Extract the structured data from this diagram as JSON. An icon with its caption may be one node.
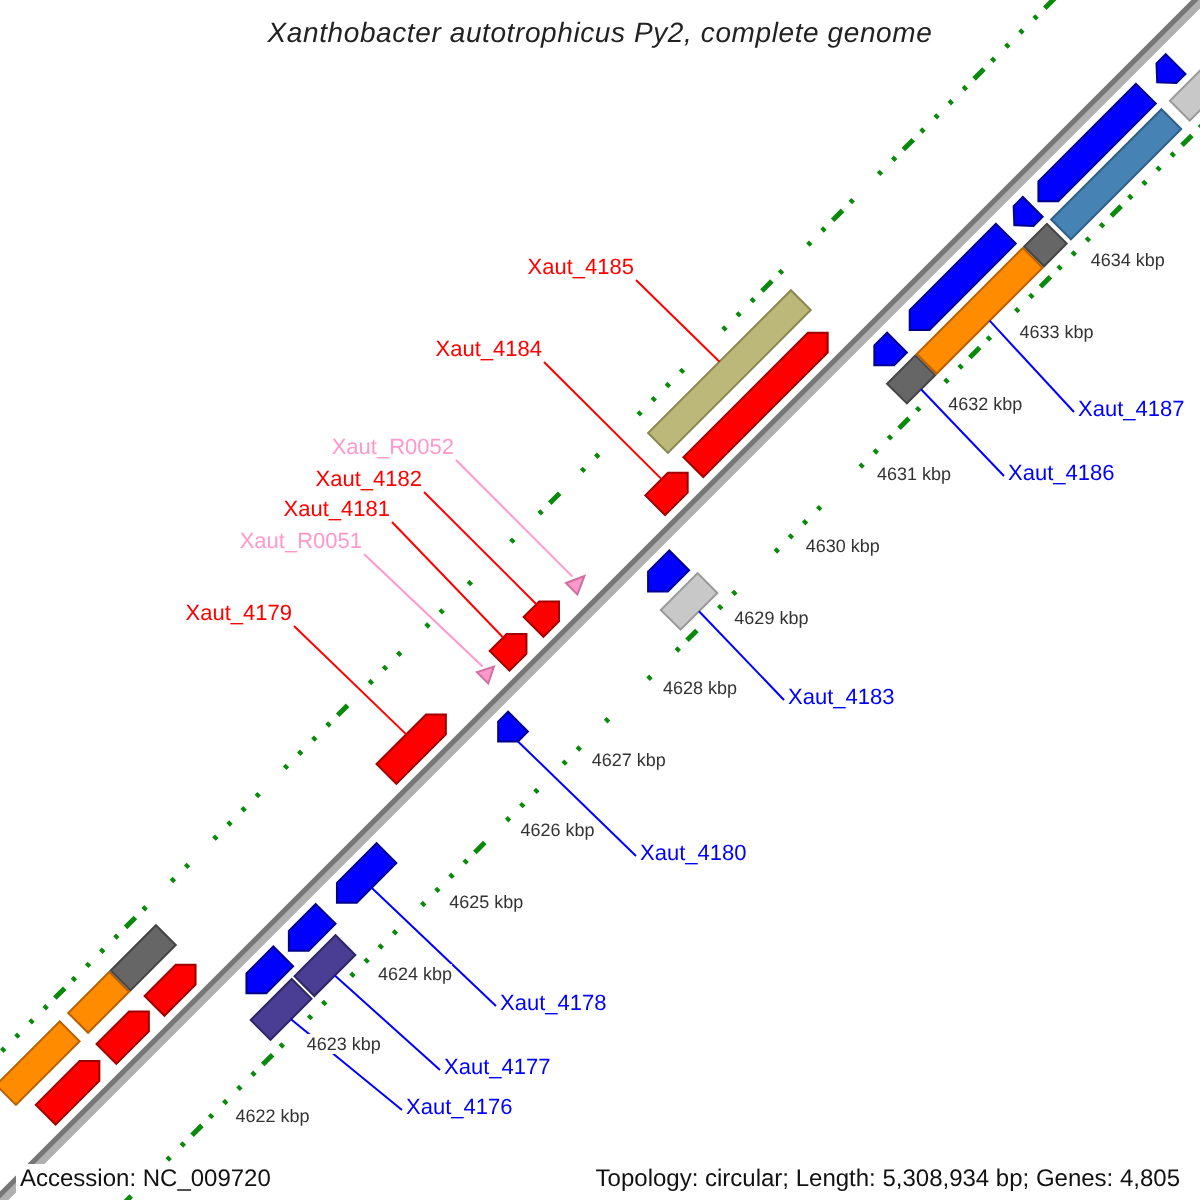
{
  "diagram": {
    "title": "Xanthobacter autotrophicus Py2, complete genome",
    "nodes": [
      {
        "text": [
          "Xaut_4185"
        ]
      },
      {
        "text": [
          "Xaut_4184"
        ]
      },
      {
        "text": [
          "Xaut_4187"
        ]
      },
      {
        "text": [
          "Xaut_4186"
        ]
      },
      {
        "text": [
          "Xaut_R0052"
        ]
      },
      {
        "text": [
          "Xaut_4182"
        ]
      },
      {
        "text": [
          "Xaut_4181"
        ]
      },
      {
        "text": [
          "Xaut_R0051"
        ]
      },
      {
        "text": [
          "Xaut_4179"
        ]
      },
      {
        "text": [
          "Xaut_4183"
        ]
      },
      {
        "text": [
          "Xaut_4180"
        ]
      },
      {
        "text": [
          "Xaut_4178"
        ]
      },
      {
        "text": [
          "Xaut_4177"
        ]
      },
      {
        "text": [
          "Xaut_4176"
        ]
      },
      {
        "text": [],
        "shape": "bar"
      },
      {
        "text": [],
        "shape": "arrow"
      },
      {
        "text": [],
        "shape": "bar"
      },
      {
        "text": [],
        "shape": "arrow"
      },
      {
        "text": [],
        "shape": "bar"
      },
      {
        "text": [],
        "shape": "arrow"
      },
      {
        "text": [],
        "shape": "arrow"
      },
      {
        "text": [],
        "shape": "bar"
      },
      {
        "text": [],
        "shape": "arrow"
      },
      {
        "text": [],
        "shape": "bar"
      },
      {
        "text": [],
        "shape": "arrow"
      },
      {
        "text": [],
        "shape": "arrow"
      },
      {
        "text": [],
        "shape": "triangle"
      },
      {
        "text": [],
        "shape": "arrow"
      },
      {
        "text": [],
        "shape": "arrow"
      },
      {
        "text": [],
        "shape": "arrow"
      },
      {
        "text": [],
        "shape": "triangle"
      },
      {
        "text": [],
        "shape": "arrow"
      },
      {
        "text": [],
        "shape": "arrow"
      },
      {
        "text": [],
        "shape": "bar"
      },
      {
        "text": [],
        "shape": "bar"
      },
      {
        "text": [],
        "shape": "arrow"
      },
      {
        "text": [],
        "shape": "arrow"
      },
      {
        "text": [],
        "shape": "bar"
      },
      {
        "text": [],
        "shape": "arrow"
      },
      {
        "text": [],
        "shape": "bar"
      },
      {
        "text": [],
        "shape": "arrow"
      },
      {
        "text": [],
        "shape": "bar"
      },
      {
        "text": [],
        "shape": "arrow"
      },
      {
        "text": [],
        "shape": "bar"
      },
      {
        "text": [],
        "shape": "arrow"
      },
      {
        "text": [],
        "shape": "bar"
      }
    ],
    "edges": [
      {
        "from": 0,
        "to": 34,
        "arrow": "none",
        "color": "#ff0000"
      },
      {
        "from": 1,
        "to": 32,
        "arrow": "none",
        "color": "#ff0000"
      },
      {
        "from": 2,
        "to": 39,
        "arrow": "none",
        "color": "#0000ff"
      },
      {
        "from": 3,
        "to": 37,
        "arrow": "none",
        "color": "#0000ff"
      },
      {
        "from": 4,
        "to": 30,
        "arrow": "none",
        "color": "#ff99cc"
      },
      {
        "from": 5,
        "to": 29,
        "arrow": "none",
        "color": "#ff0000"
      },
      {
        "from": 6,
        "to": 28,
        "arrow": "none",
        "color": "#ff0000"
      },
      {
        "from": 7,
        "to": 26,
        "arrow": "none",
        "color": "#ff99cc"
      },
      {
        "from": 8,
        "to": 25,
        "arrow": "none",
        "color": "#ff0000"
      },
      {
        "from": 9,
        "to": 33,
        "arrow": "none",
        "color": "#0000ff"
      },
      {
        "from": 10,
        "to": 27,
        "arrow": "none",
        "color": "#0000ff"
      },
      {
        "from": 11,
        "to": 24,
        "arrow": "none",
        "color": "#0000ff"
      },
      {
        "from": 12,
        "to": 23,
        "arrow": "none",
        "color": "#0000ff"
      },
      {
        "from": 13,
        "to": 21,
        "arrow": "none",
        "color": "#0000ff"
      }
    ],
    "labels": [
      "4634 kbp",
      "4633 kbp",
      "4632 kbp",
      "4631 kbp",
      "4630 kbp",
      "4629 kbp",
      "4628 kbp",
      "4627 kbp",
      "4626 kbp",
      "4625 kbp",
      "4624 kbp",
      "4623 kbp",
      "4622 kbp",
      "Accession: NC_009720",
      "Topology: circular; Length: 5,308,934 bp; Genes: 4,805"
    ]
  }
}
